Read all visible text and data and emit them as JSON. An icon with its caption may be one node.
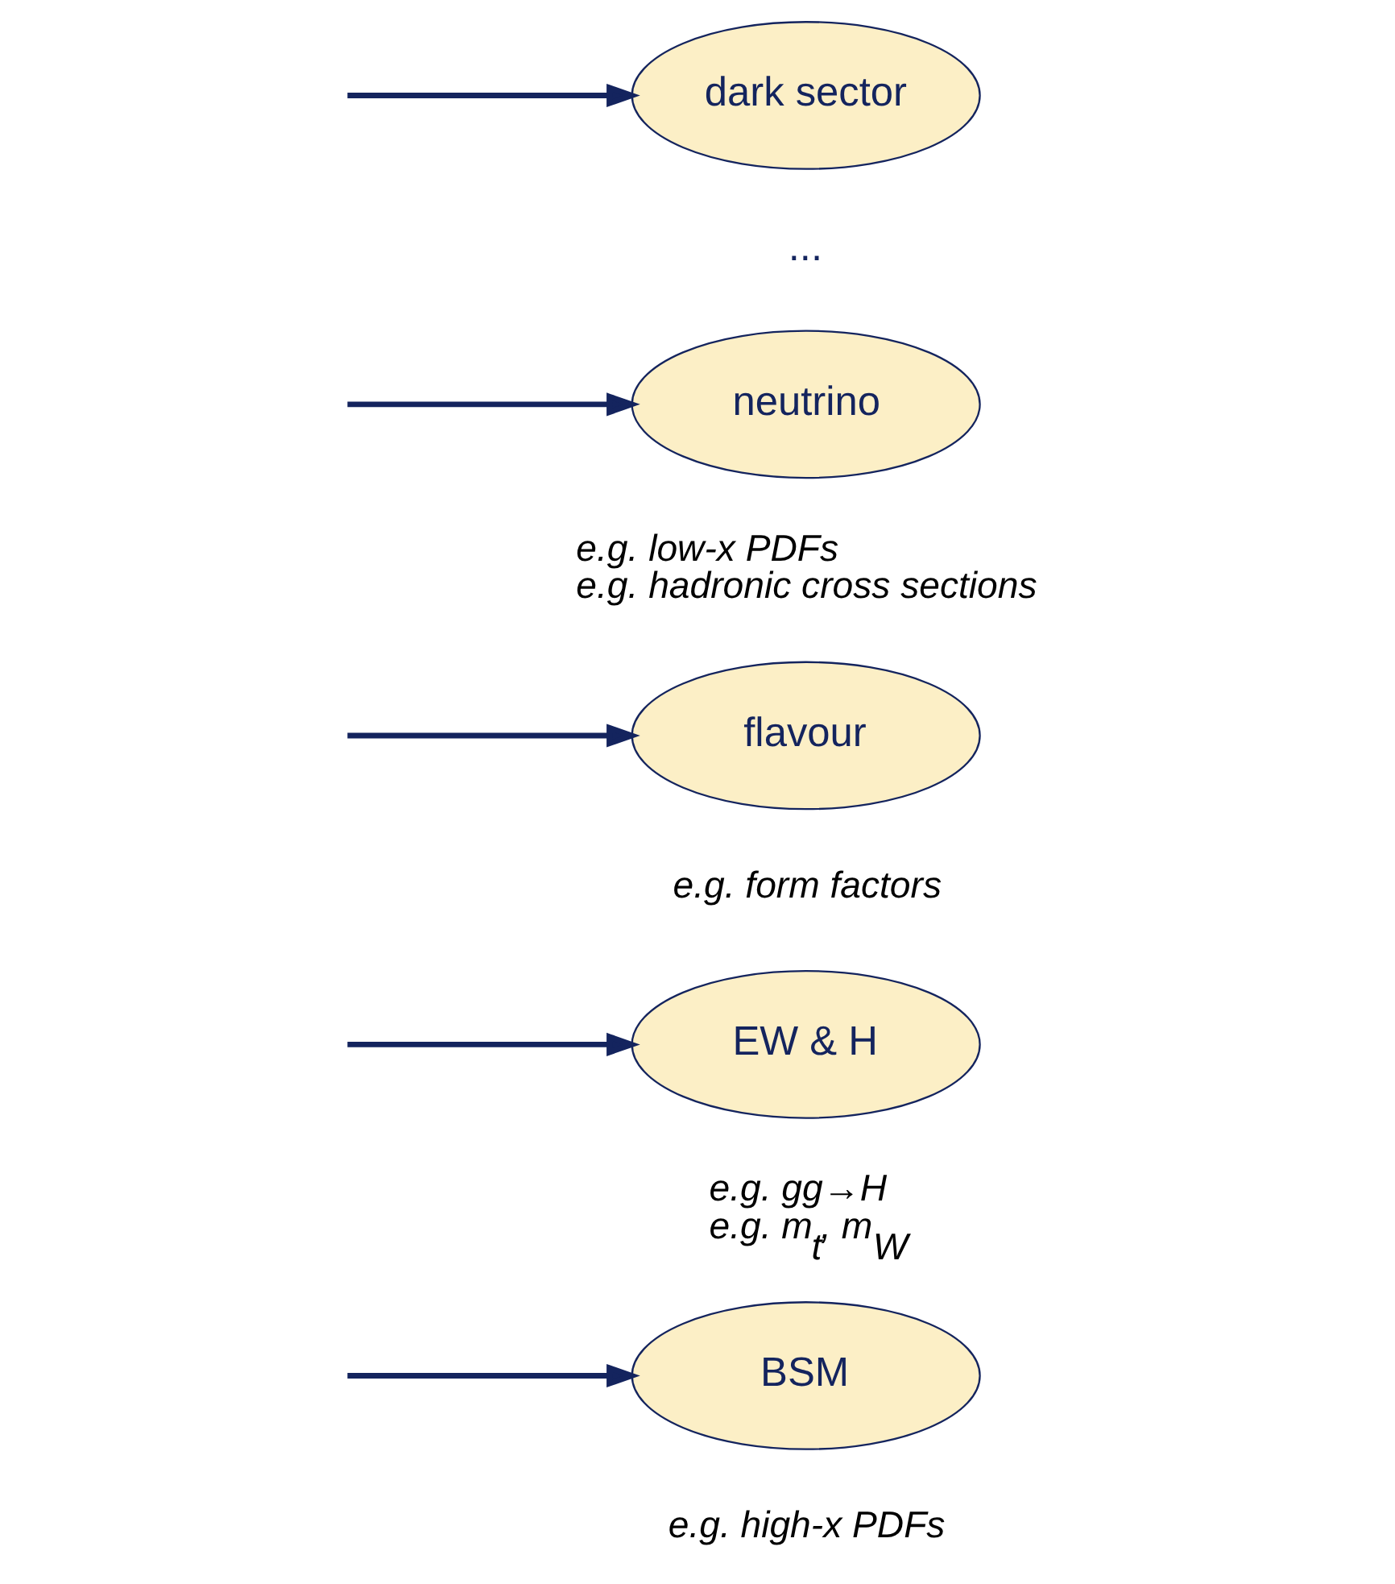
{
  "diagram": {
    "nodes": [
      {
        "text": [
          "BSM"
        ],
        "beside": [
          "e.g. high-x PDFs"
        ]
      },
      {
        "text": [
          "EW & H"
        ],
        "beside": [
          "e.g. gg→H",
          "e.g. m$_{t}$, m$_{W}$"
        ]
      },
      {
        "text": [
          "flavour"
        ],
        "beside": [
          "e.g. form factors"
        ]
      },
      {
        "text": [
          "dark sector"
        ]
      },
      {
        "text": [
          "neutrino"
        ],
        "beside": [
          "e.g. low-x PDFs",
          "e.g. hadronic cross sections"
        ]
      }
    ],
    "edges": [
      {
        "from": null,
        "to": 0,
        "arrow": "to"
      },
      {
        "from": null,
        "to": 1,
        "arrow": "to"
      },
      {
        "from": null,
        "to": 2,
        "arrow": "to"
      },
      {
        "from": null,
        "to": 3,
        "arrow": "to"
      },
      {
        "from": null,
        "to": 4,
        "arrow": "to"
      }
    ],
    "labels": [
      "..."
    ]
  }
}
